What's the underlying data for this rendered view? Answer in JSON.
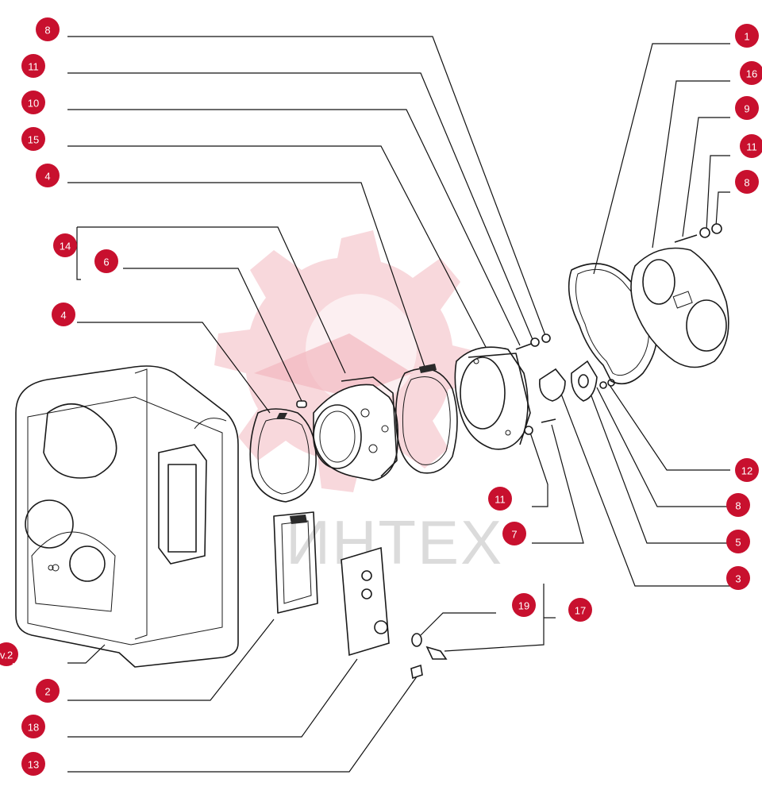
{
  "watermark": {
    "text": "ИНТЕХ",
    "color": "#f2b8bf"
  },
  "badge_color": "#c8102e",
  "callouts": [
    {
      "id": "c8a",
      "number": "8",
      "prefix": ""
    },
    {
      "id": "c11a",
      "number": "11",
      "prefix": "1"
    },
    {
      "id": "c10",
      "number": "10",
      "prefix": "1"
    },
    {
      "id": "c15",
      "number": "15",
      "prefix": "1"
    },
    {
      "id": "c4a",
      "number": "4",
      "prefix": ""
    },
    {
      "id": "c14",
      "number": "14",
      "prefix": "1"
    },
    {
      "id": "c6",
      "number": "6",
      "prefix": ""
    },
    {
      "id": "c4b",
      "number": "4",
      "prefix": ""
    },
    {
      "id": "c1",
      "number": "1",
      "prefix": ""
    },
    {
      "id": "c16",
      "number": "16",
      "prefix": "1"
    },
    {
      "id": "c9",
      "number": "9",
      "prefix": ""
    },
    {
      "id": "c11b",
      "number": "11",
      "prefix": "1"
    },
    {
      "id": "c8b",
      "number": "8",
      "prefix": ""
    },
    {
      "id": "c12",
      "number": "12",
      "prefix": "1"
    },
    {
      "id": "c8c",
      "number": "8",
      "prefix": ""
    },
    {
      "id": "c5",
      "number": "5",
      "prefix": ""
    },
    {
      "id": "c3",
      "number": "3",
      "prefix": ""
    },
    {
      "id": "c11c",
      "number": "11",
      "prefix": "1"
    },
    {
      "id": "c7",
      "number": "7",
      "prefix": ""
    },
    {
      "id": "c19",
      "number": "19",
      "prefix": "1"
    },
    {
      "id": "c17",
      "number": "17",
      "prefix": "1"
    },
    {
      "id": "cv2",
      "number": "v.2",
      "prefix": ""
    },
    {
      "id": "c2b",
      "number": "2",
      "prefix": ""
    },
    {
      "id": "c18",
      "number": "18",
      "prefix": "1"
    },
    {
      "id": "c13",
      "number": "13",
      "prefix": "1"
    }
  ],
  "version_suffix": ".  2"
}
